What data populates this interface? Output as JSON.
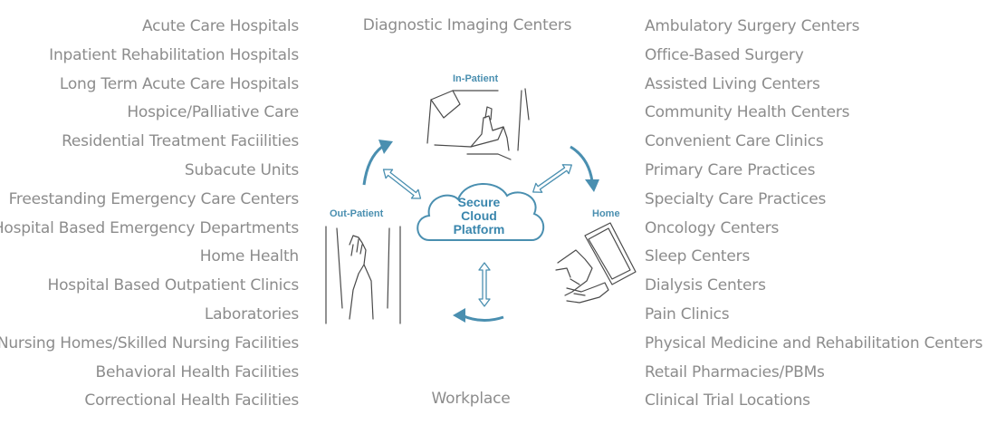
{
  "left_list": [
    "Acute Care Hospitals",
    "Inpatient Rehabilitation Hospitals",
    "Long Term Acute Care Hospitals",
    "Hospice/Palliative Care",
    "Residential Treatment Faciilities",
    "Subacute Units",
    "Freestanding Emergency Care Centers",
    "Hospital Based Emergency Departments",
    "Home Health",
    "Hospital Based Outpatient Clinics",
    "Laboratories",
    "Nursing Homes/Skilled Nursing Facilities",
    "Behavioral Health Facilities",
    "Correctional Health Facilities"
  ],
  "right_list": [
    "Ambulatory Surgery Centers",
    "Office-Based Surgery",
    "Assisted Living Centers",
    "Community Health Centers",
    "Convenient Care Clinics",
    "Primary Care Practices",
    "Specialty Care Practices",
    "Oncology Centers",
    "Sleep Centers",
    "Dialysis Centers",
    "Pain Clinics",
    "Physical Medicine and Rehabilitation Centers",
    "Retail Pharmacies/PBMs",
    "Clinical Trial Locations"
  ],
  "top_caption": "Diagnostic Imaging Centers",
  "bottom_caption": "Workplace",
  "diagram": {
    "in_patient_label": "In-Patient",
    "out_patient_label": "Out-Patient",
    "home_label": "Home",
    "cloud_line1": "Secure",
    "cloud_line2": "Cloud",
    "cloud_line3": "Platform"
  },
  "colors": {
    "text_gray": "#8c8c8c",
    "accent_blue": "#4a8fb0"
  }
}
